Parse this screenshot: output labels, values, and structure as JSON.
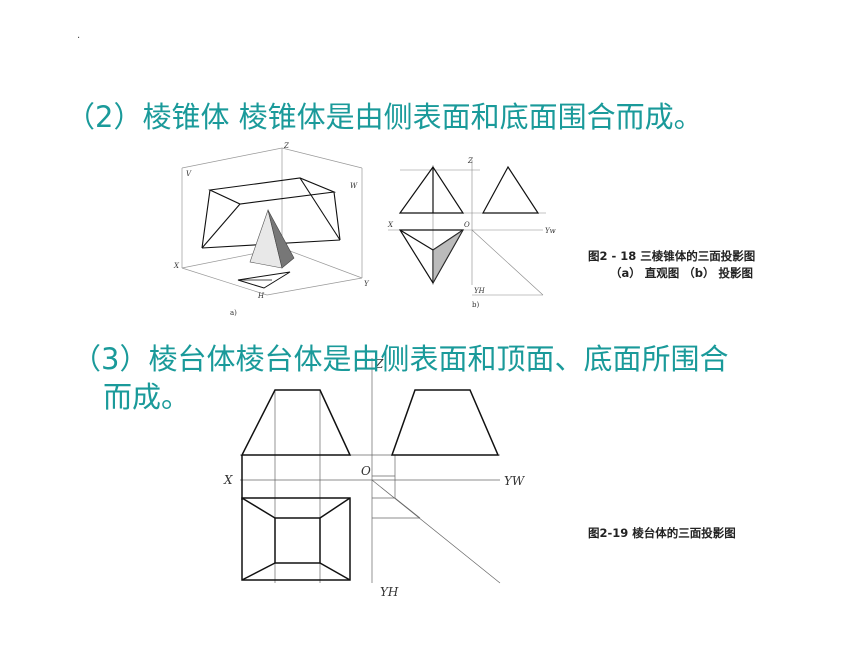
{
  "slide": {
    "dot": ".",
    "heading1": "（2）棱锥体   棱锥体是由侧表面和底面围合而成。",
    "heading2_line1": "（3）棱台体棱台体是由侧表面和顶面、底面所围合",
    "heading2_line2": "而成。"
  },
  "figure1": {
    "caption_line1": "图2 - 18  三棱锥体的三面投影图",
    "caption_line2": "（a） 直观图   （b） 投影图",
    "labels": {
      "V": "V",
      "W": "W",
      "Z_left": "Z",
      "X_left": "X",
      "H": "H",
      "Y": "Y",
      "a": "a)",
      "Z_right": "Z",
      "X_right": "X",
      "O": "O",
      "Yw": "Yw",
      "Yh": "YH",
      "b": "b)"
    }
  },
  "figure2": {
    "caption": "图2-19  棱台体的三面投影图",
    "labels": {
      "Z": "Z",
      "X": "X",
      "O": "O",
      "Yw": "YW",
      "Yh": "YH"
    }
  },
  "colors": {
    "heading": "#1a9a9a",
    "line": "#222222"
  }
}
